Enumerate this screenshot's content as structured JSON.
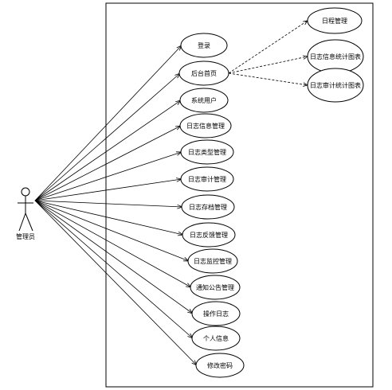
{
  "actor": {
    "label": "管理员",
    "icon": "stick-figure-icon"
  },
  "use_cases": [
    {
      "id": "login",
      "label": "登录"
    },
    {
      "id": "home",
      "label": "后台首页"
    },
    {
      "id": "sysuser",
      "label": "系统用户"
    },
    {
      "id": "loginfo",
      "label": "日志信息管理"
    },
    {
      "id": "logtype",
      "label": "日志类型管理"
    },
    {
      "id": "logaudit",
      "label": "日志审计管理"
    },
    {
      "id": "logarchive",
      "label": "日志存档管理"
    },
    {
      "id": "logfeedback",
      "label": "日志反馈管理"
    },
    {
      "id": "logmonitor",
      "label": "日志监控管理"
    },
    {
      "id": "notice",
      "label": "通知公告管理"
    },
    {
      "id": "oplog",
      "label": "操作日志"
    },
    {
      "id": "profile",
      "label": "个人信息"
    },
    {
      "id": "password",
      "label": "修改密码"
    }
  ],
  "extensions": [
    {
      "id": "schedule",
      "label": "日程管理"
    },
    {
      "id": "infochart",
      "label": "日志信息统计图表"
    },
    {
      "id": "auditchart",
      "label": "日志审计统计图表"
    }
  ]
}
